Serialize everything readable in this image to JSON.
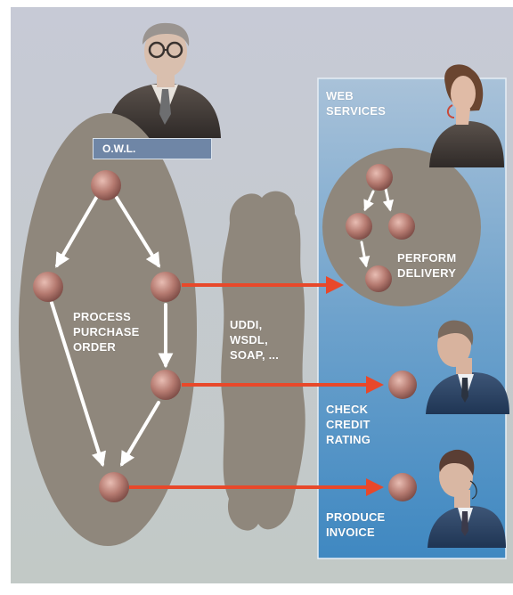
{
  "owl_label": "O.W.L.",
  "process_label": "PROCESS\nPURCHASE\nORDER",
  "cloud_label": "UDDI,\nWSDL,\nSOAP, ...",
  "web_services_label": "WEB\nSERVICES",
  "perform_delivery_label": "PERFORM\nDELIVERY",
  "check_credit_label": "CHECK\nCREDIT\nRATING",
  "produce_invoice_label": "PRODUCE\nINVOICE",
  "colors": {
    "background": "#c4c9d1",
    "ellipse": "#8f877c",
    "web_services_panel": "#5f97c4",
    "arrow_white": "#ffffff",
    "arrow_red": "#e8482a",
    "node": "#b77c72"
  }
}
